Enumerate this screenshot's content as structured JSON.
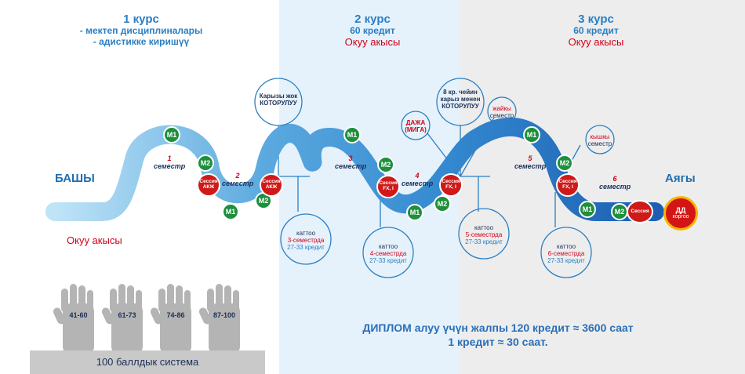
{
  "courses": [
    {
      "title": "1 курс",
      "line1": "- мектеп дисциплиналары",
      "line2": "- адистикке киришүү"
    },
    {
      "title": "2 курс",
      "line1": "60 кредит",
      "line2": "Окуу акысы"
    },
    {
      "title": "3 курс",
      "line1": "60 кредит",
      "line2": "Окуу акысы"
    }
  ],
  "start_label": "БАШЫ",
  "end_label": "Аягы",
  "tuition_label": "Окуу акысы",
  "m1": "M1",
  "m2": "M2",
  "session_akj": "Сессия АКЖ",
  "session_fx": "Сессия FX, I",
  "session": "Сессия",
  "semesters": [
    {
      "num": "1",
      "word": "семестр"
    },
    {
      "num": "2",
      "word": "семестр"
    },
    {
      "num": "3",
      "word": "семестр"
    },
    {
      "num": "4",
      "word": "семестр"
    },
    {
      "num": "5",
      "word": "семестр"
    },
    {
      "num": "6",
      "word": "семестр"
    }
  ],
  "bubbles": {
    "no_debt": {
      "l1": "Карызы жок",
      "l2": "КОТОРУЛУУ"
    },
    "with_debt": {
      "l1": "8 кр. чейин",
      "l2": "карыз менен",
      "l3": "КОТОРУЛУУ"
    },
    "daja": {
      "l1": "ДАЖА",
      "l2": "(МИГА)"
    },
    "summer": {
      "l1": "жайкы",
      "l2": "семестр"
    },
    "winter": {
      "l1": "кышкы",
      "l2": "семестр"
    },
    "katto3": {
      "l1": "каттоо",
      "l2": "3-семестрда",
      "l3": "27-33 кредит"
    },
    "katto4": {
      "l1": "каттоо",
      "l2": "4-семестрда",
      "l3": "27-33 кредит"
    },
    "katto5": {
      "l1": "каттоо",
      "l2": "5-семестрда",
      "l3": "27-33 кредит"
    },
    "katto6": {
      "l1": "каттоо",
      "l2": "6-семестрда",
      "l3": "27-33 кредит"
    }
  },
  "dd": {
    "l1": "ДД",
    "l2": "коргоо"
  },
  "grades": [
    "41-60",
    "61-73",
    "74-86",
    "87-100"
  ],
  "grade_system": "100 баллдык система",
  "diploma": {
    "line1": "ДИПЛОМ алуу үчүн жалпы 120 кредит ≈ 3600 саат",
    "line2": "1 кредит ≈ 30 саат."
  },
  "colors": {
    "panel2": "#e6f2fb",
    "panel3": "#ededed",
    "light": "#7ec3ea",
    "mid": "#3d8fd3",
    "dark": "#1d62b4",
    "red": "#d0021b"
  }
}
